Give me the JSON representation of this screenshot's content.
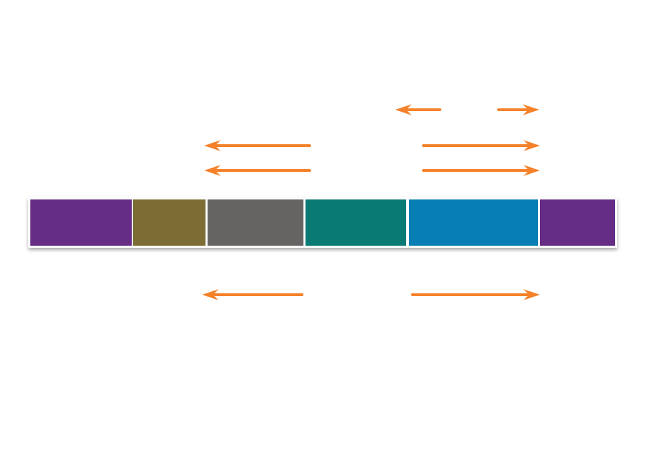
{
  "colors": {
    "arrow": "#f5822a",
    "segments": [
      "#652d86",
      "#7c6d35",
      "#666363",
      "#0a7a74",
      "#077eb4",
      "#652d86"
    ]
  },
  "segments": [
    {
      "name": "segment-1",
      "color_index": 0
    },
    {
      "name": "segment-2",
      "color_index": 1
    },
    {
      "name": "segment-3",
      "color_index": 2
    },
    {
      "name": "segment-4",
      "color_index": 3
    },
    {
      "name": "segment-5",
      "color_index": 4
    },
    {
      "name": "segment-6",
      "color_index": 5
    }
  ],
  "arrows": [
    {
      "row": 1,
      "direction": "left"
    },
    {
      "row": 1,
      "direction": "right"
    },
    {
      "row": 2,
      "direction": "left"
    },
    {
      "row": 2,
      "direction": "right"
    },
    {
      "row": 3,
      "direction": "left"
    },
    {
      "row": 3,
      "direction": "right"
    },
    {
      "row": 4,
      "direction": "left"
    },
    {
      "row": 4,
      "direction": "right"
    }
  ]
}
